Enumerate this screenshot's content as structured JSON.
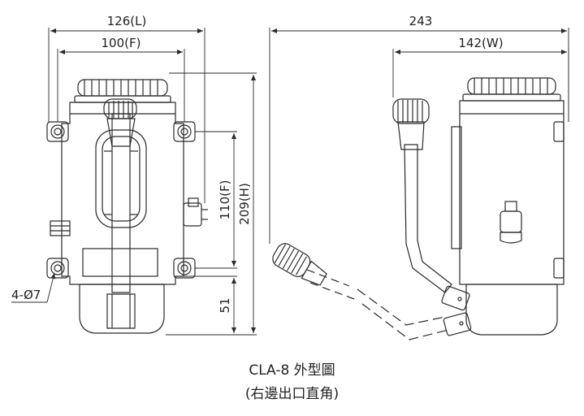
{
  "dimensions": {
    "length": "126(L)",
    "flange": "100(F)",
    "total_width": "243",
    "width": "142(W)",
    "flange_height": "110(F)",
    "height": "209(H)",
    "bottom": "51",
    "holes": "4-Ø7"
  },
  "caption": {
    "line1": "CLA-8 外型圖",
    "line2": "(右邊出口直角)"
  },
  "colors": {
    "line": "#2a2a2a",
    "fill": "#ffffff"
  }
}
